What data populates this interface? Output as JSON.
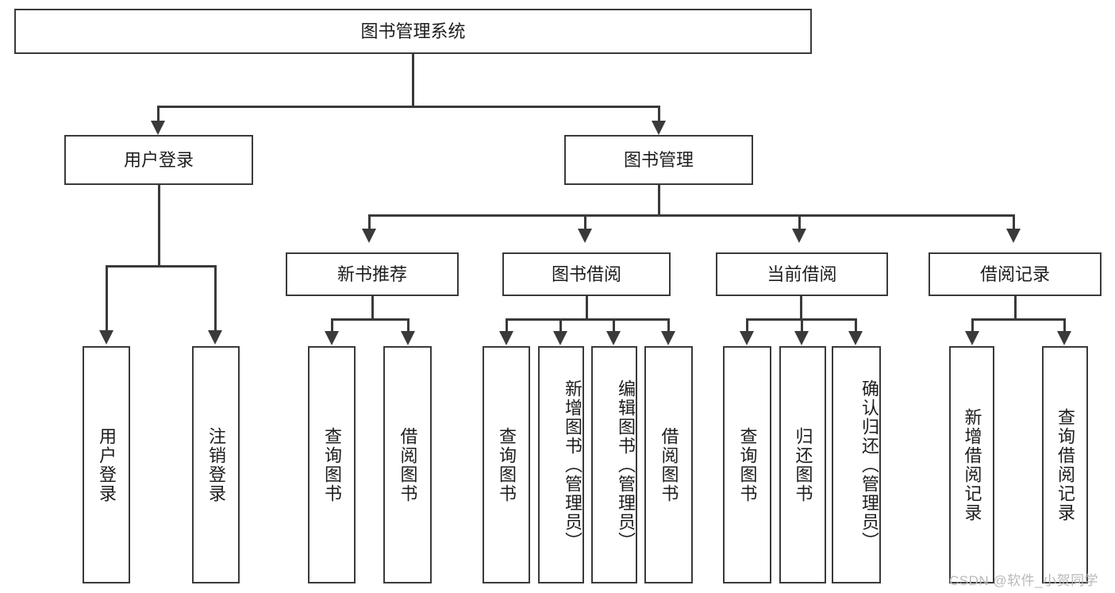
{
  "diagram": {
    "type": "tree-hierarchy-chart",
    "title_box": {
      "label": "图书管理系统"
    },
    "level2": [
      {
        "id": "user-login",
        "label": "用户登录"
      },
      {
        "id": "book-manage",
        "label": "图书管理"
      }
    ],
    "level3": [
      {
        "id": "new-book-rec",
        "label": "新书推荐"
      },
      {
        "id": "book-borrow",
        "label": "图书借阅"
      },
      {
        "id": "current-borrow",
        "label": "当前借阅"
      },
      {
        "id": "borrow-record",
        "label": "借阅记录"
      }
    ],
    "leaves": {
      "user_login": [
        {
          "id": "leaf-user-login",
          "label": "用户登录"
        },
        {
          "id": "leaf-logout-login",
          "label": "注销登录"
        }
      ],
      "new_book_rec": [
        {
          "id": "leaf-query-book-1",
          "label": "查询图书"
        },
        {
          "id": "leaf-borrow-book-1",
          "label": "借阅图书"
        }
      ],
      "book_borrow": [
        {
          "id": "leaf-query-book-2",
          "label": "查询图书"
        },
        {
          "id": "leaf-add-book",
          "label": "新增图书（管理员）"
        },
        {
          "id": "leaf-edit-book",
          "label": "编辑图书（管理员）"
        },
        {
          "id": "leaf-borrow-book-2",
          "label": "借阅图书"
        }
      ],
      "current_borrow": [
        {
          "id": "leaf-query-book-3",
          "label": "查询图书"
        },
        {
          "id": "leaf-return-book",
          "label": "归还图书"
        },
        {
          "id": "leaf-confirm-return",
          "label": "确认归还（管理员）"
        }
      ],
      "borrow_record": [
        {
          "id": "leaf-add-record",
          "label": "新增借阅记录"
        },
        {
          "id": "leaf-query-record",
          "label": "查询借阅记录"
        }
      ]
    },
    "watermark": {
      "text": "CSDN @软件_小贺同学"
    },
    "colors": {
      "stroke": "#3a3a3a",
      "text": "#1d1d1d",
      "background": "#ffffff",
      "watermark": "#b9b9b9"
    }
  }
}
